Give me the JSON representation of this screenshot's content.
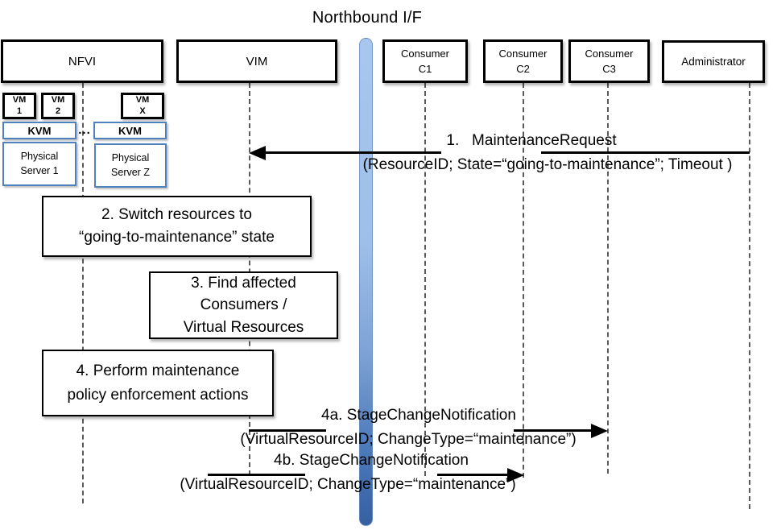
{
  "diagram": {
    "title": "Northbound I/F",
    "actors": {
      "nfvi": "NFVI",
      "vim": "VIM",
      "consumer_c1": "Consumer\nC1",
      "consumer_c2": "Consumer\nC2",
      "consumer_c3": "Consumer\nC3",
      "administrator": "Administrator"
    },
    "nfvi_internals": {
      "vm1": "VM\n1",
      "vm2": "VM\n2",
      "vmx": "VM\nX",
      "kvm1": "KVM",
      "kvm2": "KVM",
      "ellipsis": "...",
      "physical_server_1": "Physical\nServer 1",
      "physical_server_z": "Physical\nServer Z"
    },
    "steps": {
      "step2": "2. Switch resources to\n“going-to-maintenance” state",
      "step3": "3. Find affected\nConsumers /\nVirtual Resources",
      "step4": "4. Perform maintenance\npolicy enforcement actions"
    },
    "messages": {
      "m1": {
        "label": "1.   MaintenanceRequest",
        "params": "(ResourceID; State=“going-to-maintenance”; Timeout )",
        "from": "Administrator",
        "to": "VIM"
      },
      "m4a": {
        "label": "4a. StageChangeNotification",
        "params": "(VirtualResourceID; ChangeType=“maintenance”)",
        "from": "VIM",
        "to": "Consumer C3"
      },
      "m4b": {
        "label": "4b. StageChangeNotification",
        "params": "(VirtualResourceID; ChangeType=“maintenance”)",
        "from": "VIM",
        "to": "Consumer C2"
      }
    },
    "colors": {
      "box_border_black": "#000000",
      "blue_box_border": "#4f81bd",
      "bar_top_blue": "#a9c7ee",
      "bar_bottom_blue": "#36619e",
      "lifeline_gray": "#5a5a5a"
    }
  }
}
